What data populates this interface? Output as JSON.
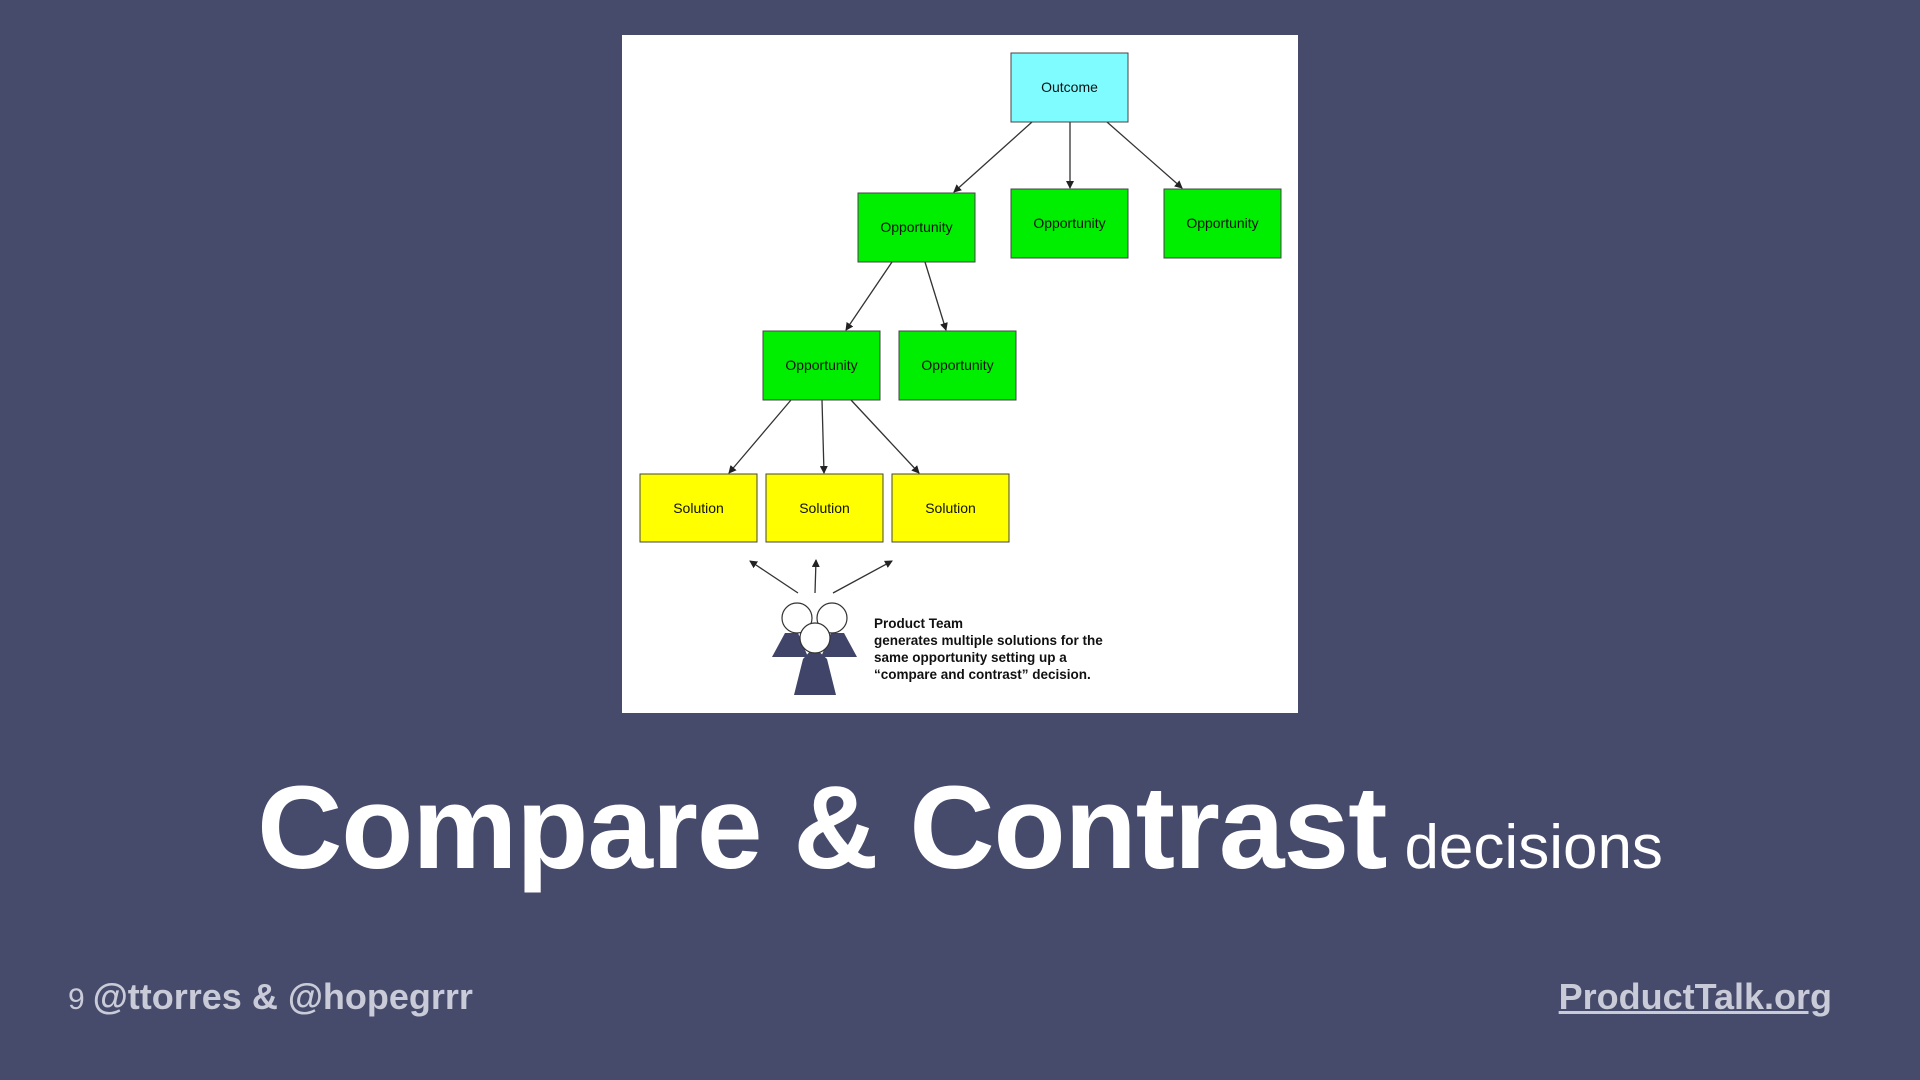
{
  "diagram": {
    "outcome_label": "Outcome",
    "opportunity_label": "Opportunity",
    "solution_label": "Solution",
    "colors": {
      "outcome": "#7ffcff",
      "opportunity": "#00ee00",
      "solution": "#ffff00",
      "team_figure": "#3f4468"
    },
    "team": {
      "title": "Product Team",
      "line1": "generates multiple solutions for the",
      "line2": "same opportunity setting up a",
      "line3": "“compare and contrast” decision."
    }
  },
  "slide": {
    "title_main": "Compare & Contrast",
    "title_sub": "decisions"
  },
  "footer": {
    "slide_number": "9",
    "handles": "@ttorres & @hopegrrr",
    "site": "ProductTalk.org"
  }
}
